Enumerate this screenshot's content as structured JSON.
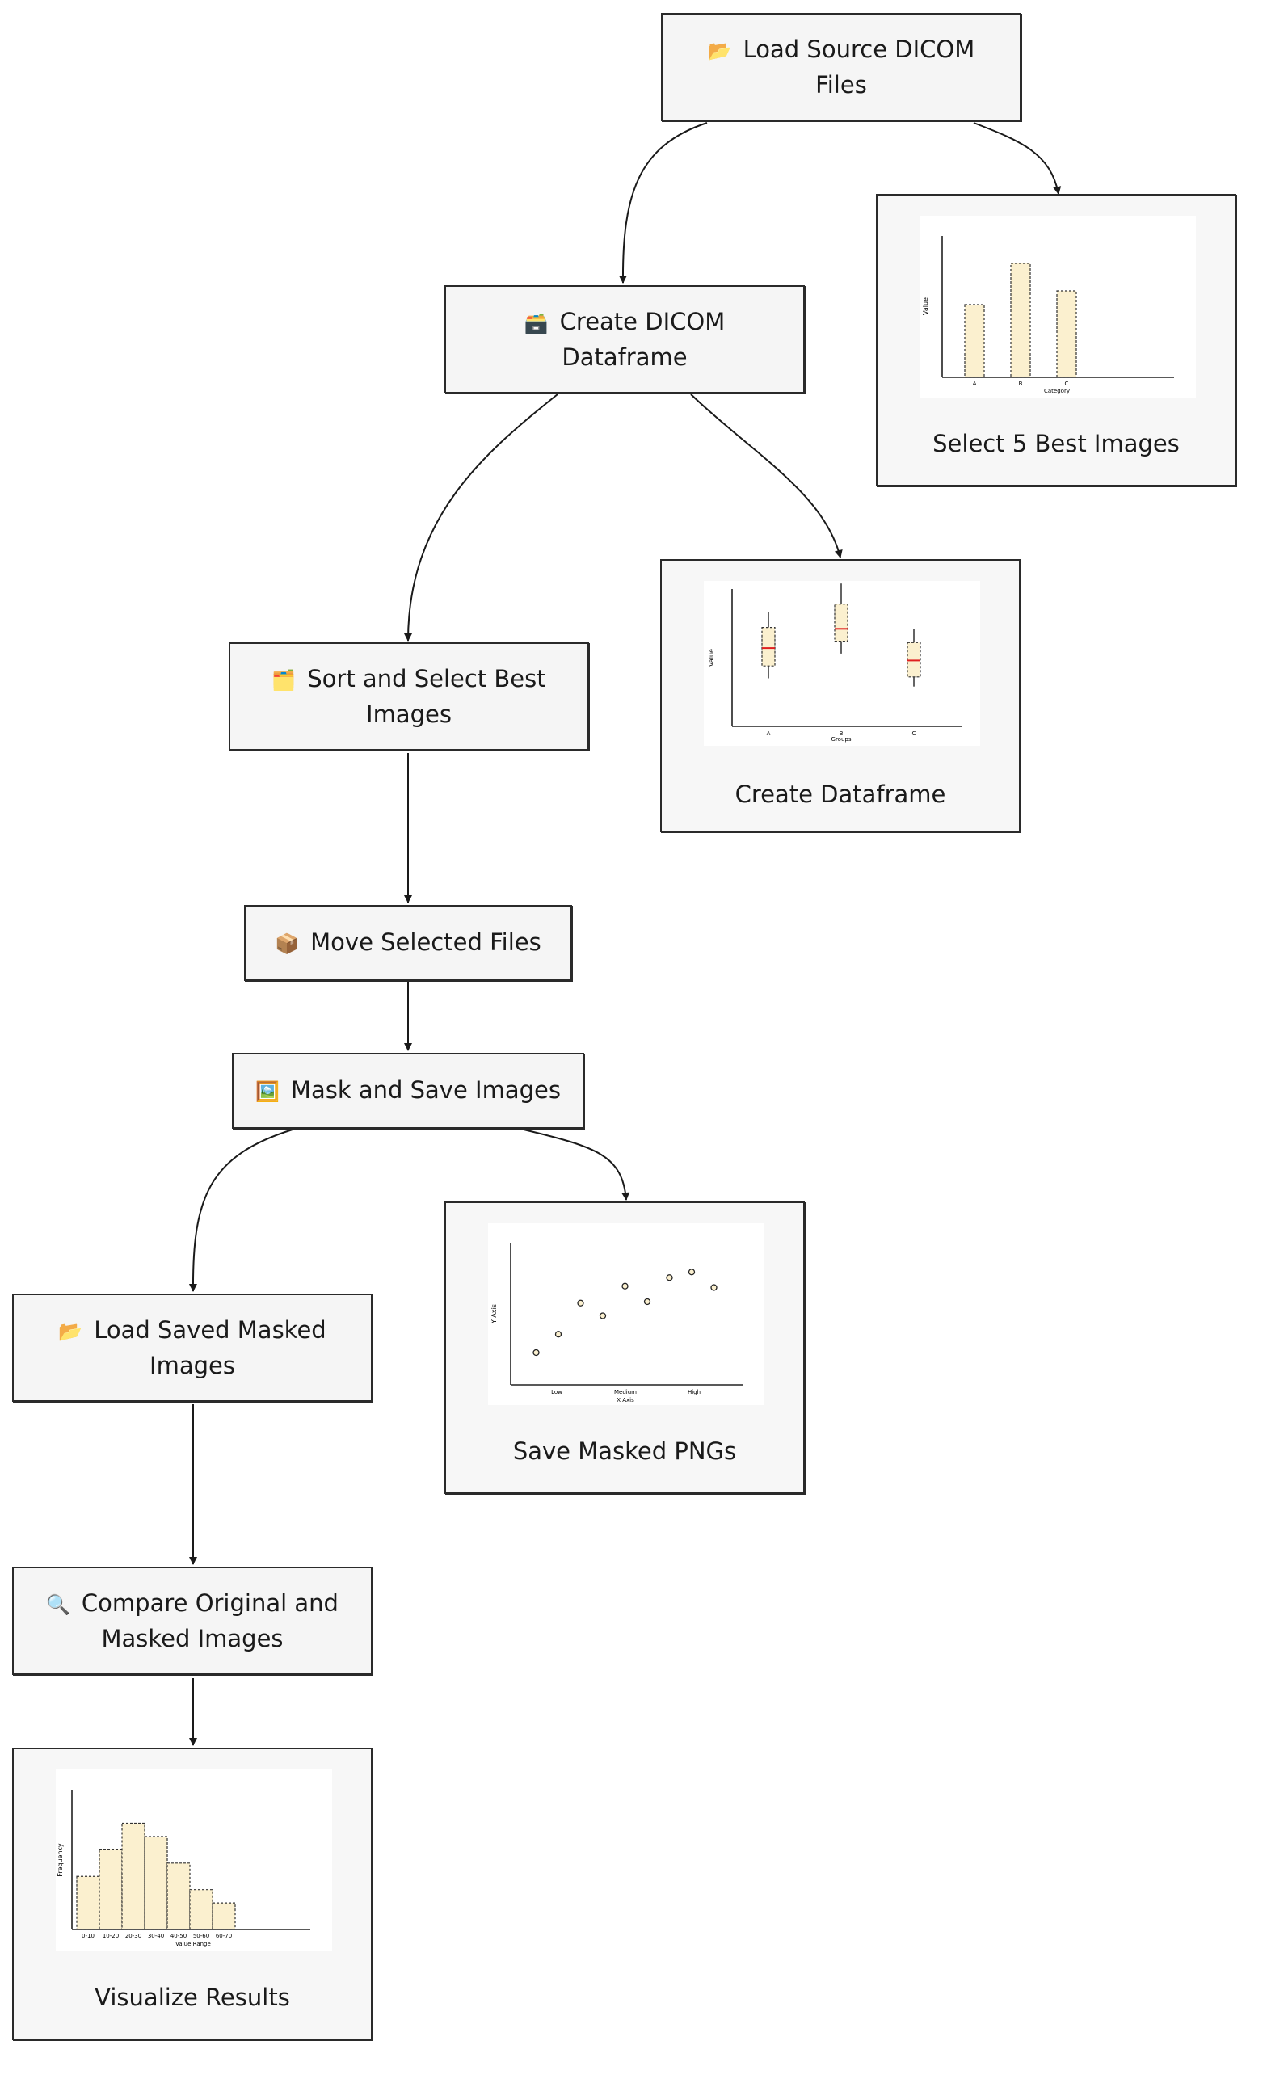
{
  "nodes": {
    "load_source": {
      "icon": "📂",
      "line1": "Load Source DICOM",
      "line2": "Files"
    },
    "create_df": {
      "icon": "🗃️",
      "line1": "Create DICOM",
      "line2": "Dataframe"
    },
    "sort_select": {
      "icon": "🗂️",
      "line1": "Sort and Select Best",
      "line2": "Images"
    },
    "move_files": {
      "icon": "📦",
      "line1": "Move Selected Files"
    },
    "mask_save": {
      "icon": "🖼️",
      "line1": "Mask and Save Images"
    },
    "load_masked": {
      "icon": "📂",
      "line1": "Load Saved Masked",
      "line2": "Images"
    },
    "compare": {
      "icon": "🔍",
      "line1": "Compare Original and",
      "line2": "Masked Images"
    }
  },
  "cards": {
    "select5": {
      "caption": "Select 5 Best Images"
    },
    "create_df_card": {
      "caption": "Create Dataframe"
    },
    "save_pngs": {
      "caption": "Save Masked PNGs"
    },
    "visualize": {
      "caption": "Visualize Results"
    }
  },
  "chart_data": [
    {
      "type": "bar",
      "categories": [
        "A",
        "B",
        "C"
      ],
      "values": [
        5,
        8,
        6
      ],
      "xlabel": "Category",
      "ylabel": "Value",
      "ylim": [
        0,
        10
      ]
    },
    {
      "type": "box",
      "categories": [
        "A",
        "B",
        "C"
      ],
      "xlabel": "Groups",
      "ylabel": "Value",
      "ylim": [
        0,
        10
      ],
      "boxes": [
        {
          "category": "A",
          "whisker_low": 3.5,
          "q1": 4.4,
          "median": 5.7,
          "q3": 7.2,
          "whisker_high": 8.3
        },
        {
          "category": "B",
          "whisker_low": 5.3,
          "q1": 6.2,
          "median": 7.1,
          "q3": 8.9,
          "whisker_high": 10.4
        },
        {
          "category": "C",
          "whisker_low": 2.9,
          "q1": 3.6,
          "median": 4.8,
          "q3": 6.1,
          "whisker_high": 7.1
        }
      ]
    },
    {
      "type": "scatter",
      "xlabel": "X Axis",
      "ylabel": "Y Axis",
      "tick_labels": [
        "Low",
        "Medium",
        "High"
      ],
      "ylim": [
        0,
        10
      ],
      "points": [
        [
          0.5,
          2.0
        ],
        [
          1.0,
          3.3
        ],
        [
          1.5,
          5.5
        ],
        [
          2.0,
          4.6
        ],
        [
          2.5,
          6.7
        ],
        [
          3.0,
          5.6
        ],
        [
          3.5,
          7.3
        ],
        [
          4.0,
          7.7
        ],
        [
          4.5,
          6.6
        ]
      ]
    },
    {
      "type": "bar",
      "categories": [
        "0-10",
        "10-20",
        "20-30",
        "30-40",
        "40-50",
        "50-60",
        "60-70"
      ],
      "values": [
        4,
        6,
        8,
        7,
        5,
        3,
        2
      ],
      "xlabel": "Value Range",
      "ylabel": "Frequency",
      "ylim": [
        0,
        10
      ]
    }
  ]
}
